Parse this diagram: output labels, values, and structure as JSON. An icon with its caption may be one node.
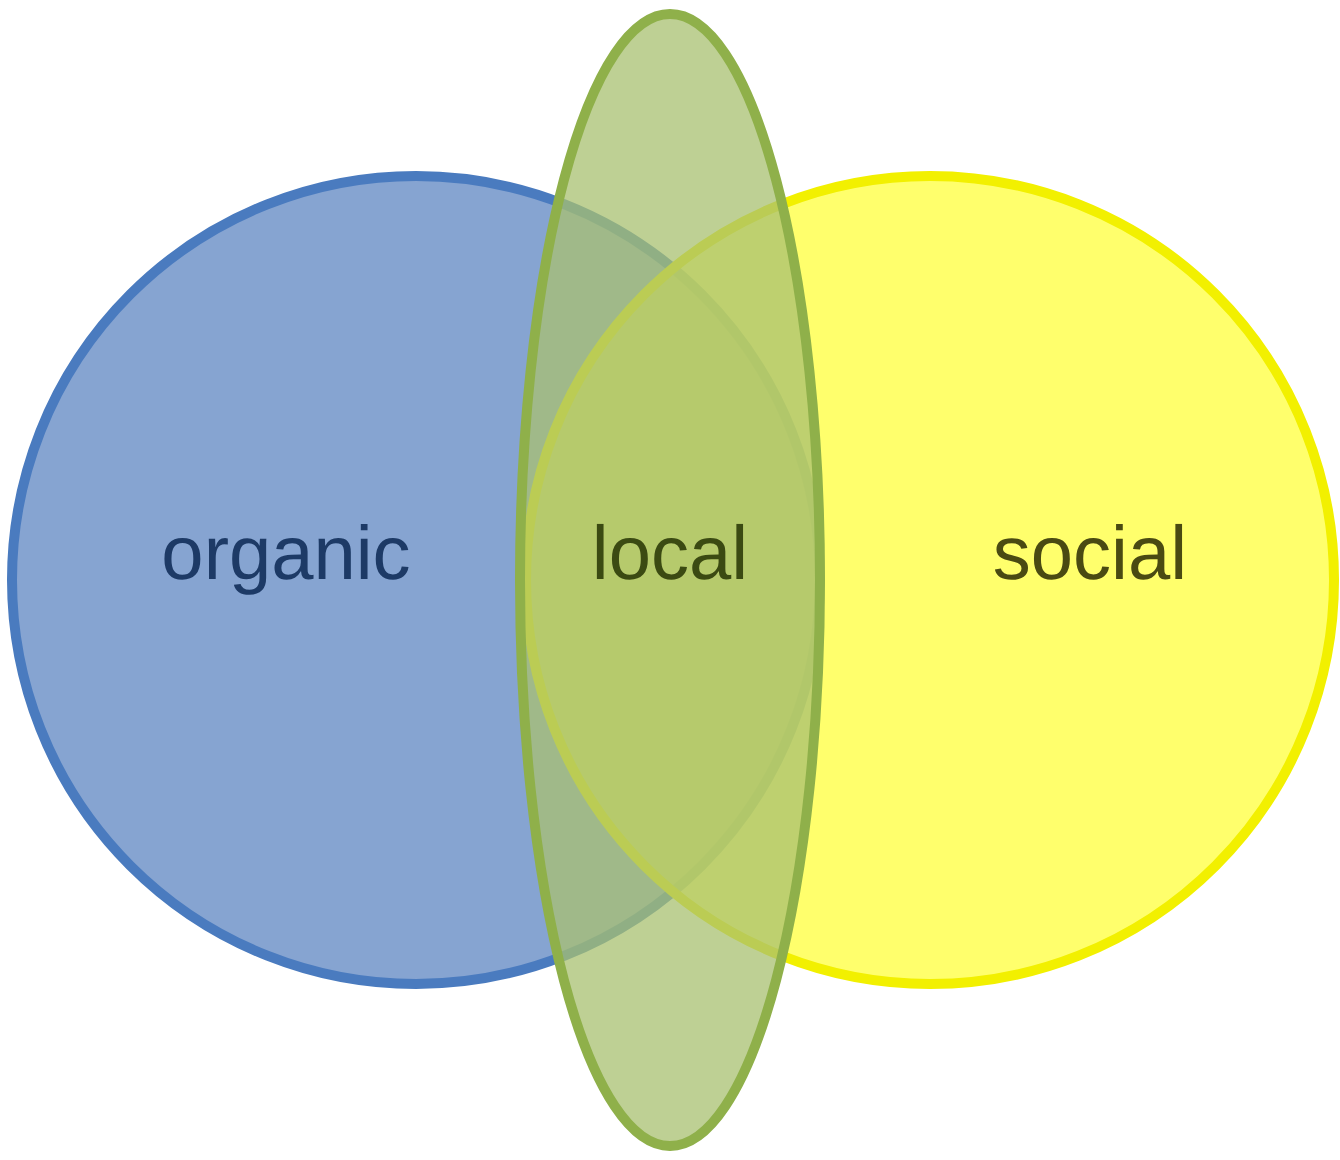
{
  "diagram": {
    "nodes": [
      {
        "text": [
          "organic"
        ]
      },
      {
        "text": [
          "local"
        ]
      },
      {
        "text": [
          "social"
        ]
      }
    ]
  }
}
